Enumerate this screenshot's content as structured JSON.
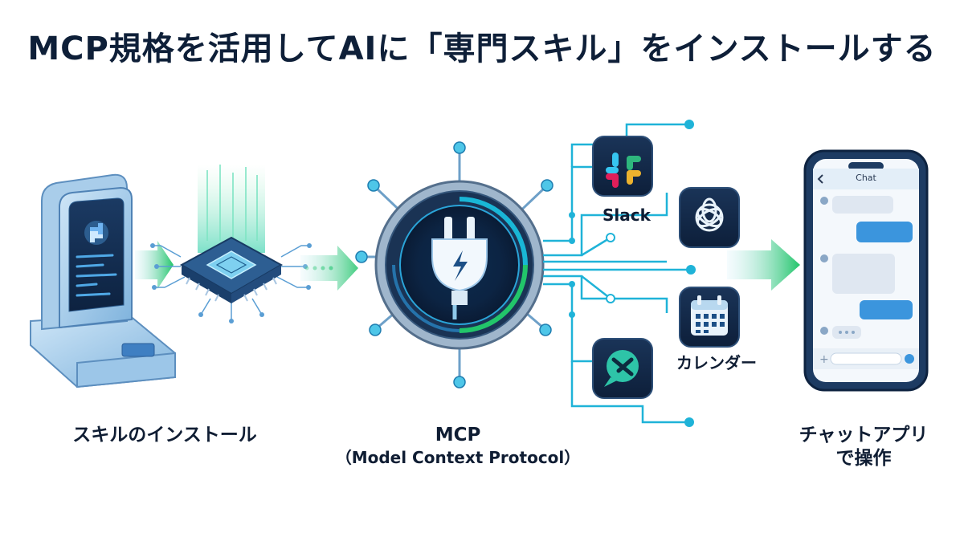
{
  "title": "MCP規格を活用してAIに「専門スキル」をインストールする",
  "labels": {
    "skill_install": "スキルのインストール",
    "mcp": "MCP",
    "mcp_full": "（Model Context Protocol）",
    "chat_app_line1": "チャットアプリ",
    "chat_app_line2": "で操作"
  },
  "services": {
    "slack": "Slack",
    "calendar": "カレンダー"
  },
  "phone": {
    "header": "Chat"
  },
  "icons": {
    "kiosk": "python-kiosk-icon",
    "chip": "processor-chip-icon",
    "hub": "plug-hub-icon",
    "slack": "slack-icon",
    "openai": "openai-icon",
    "calendar": "calendar-icon",
    "bubble": "chat-bubble-icon",
    "phone": "smartphone-icon"
  },
  "colors": {
    "navy": "#0e2340",
    "teal": "#19b6d6",
    "green": "#22c56a",
    "light_blue": "#8fd3f0"
  }
}
